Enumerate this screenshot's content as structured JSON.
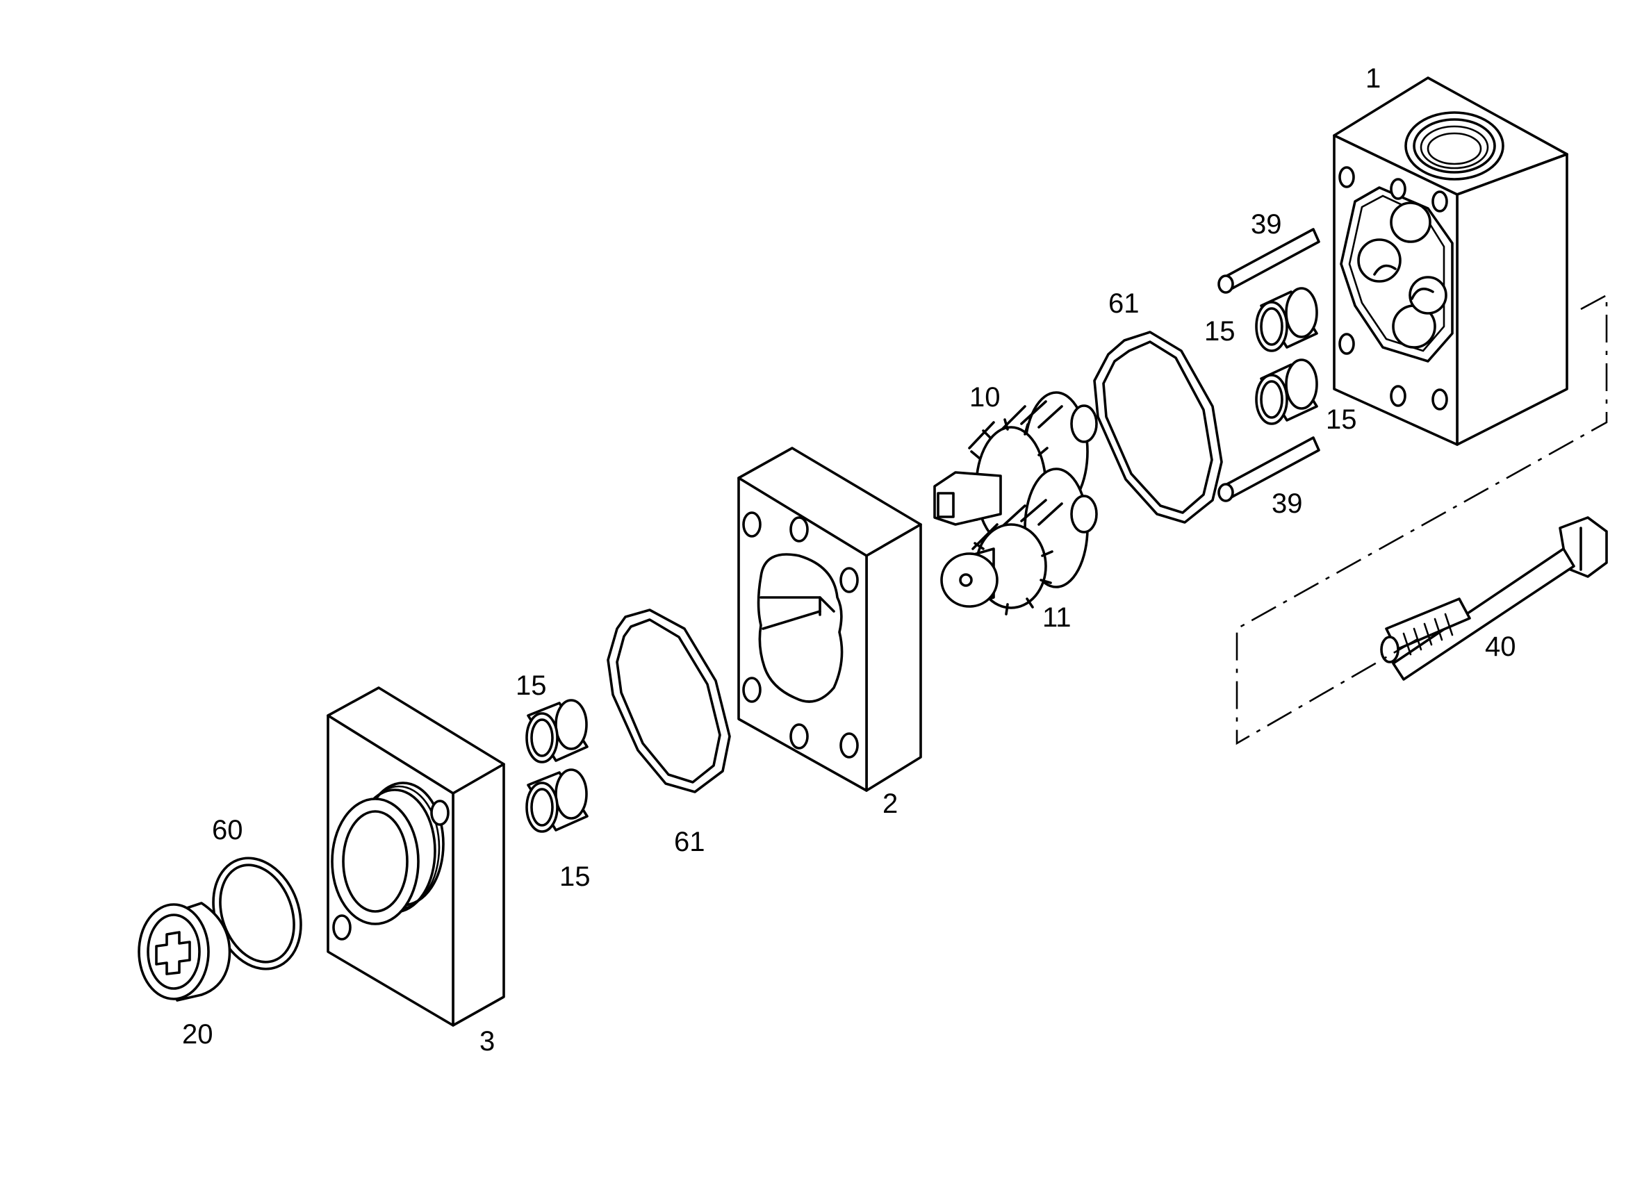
{
  "diagram": {
    "callouts": {
      "housing_1": "1",
      "plate_2": "2",
      "cover_3": "3",
      "gear_10": "10",
      "gear_11": "11",
      "bushing_15_top": "15",
      "bushing_15_mid": "15",
      "bushing_15_left_top": "15",
      "bushing_15_left_bottom": "15",
      "coupling_20": "20",
      "pin_39_top": "39",
      "pin_39_bottom": "39",
      "bolt_40": "40",
      "oring_60": "60",
      "seal_61_right": "61",
      "seal_61_left": "61"
    },
    "line_color": "#000000",
    "background_color": "#ffffff"
  }
}
